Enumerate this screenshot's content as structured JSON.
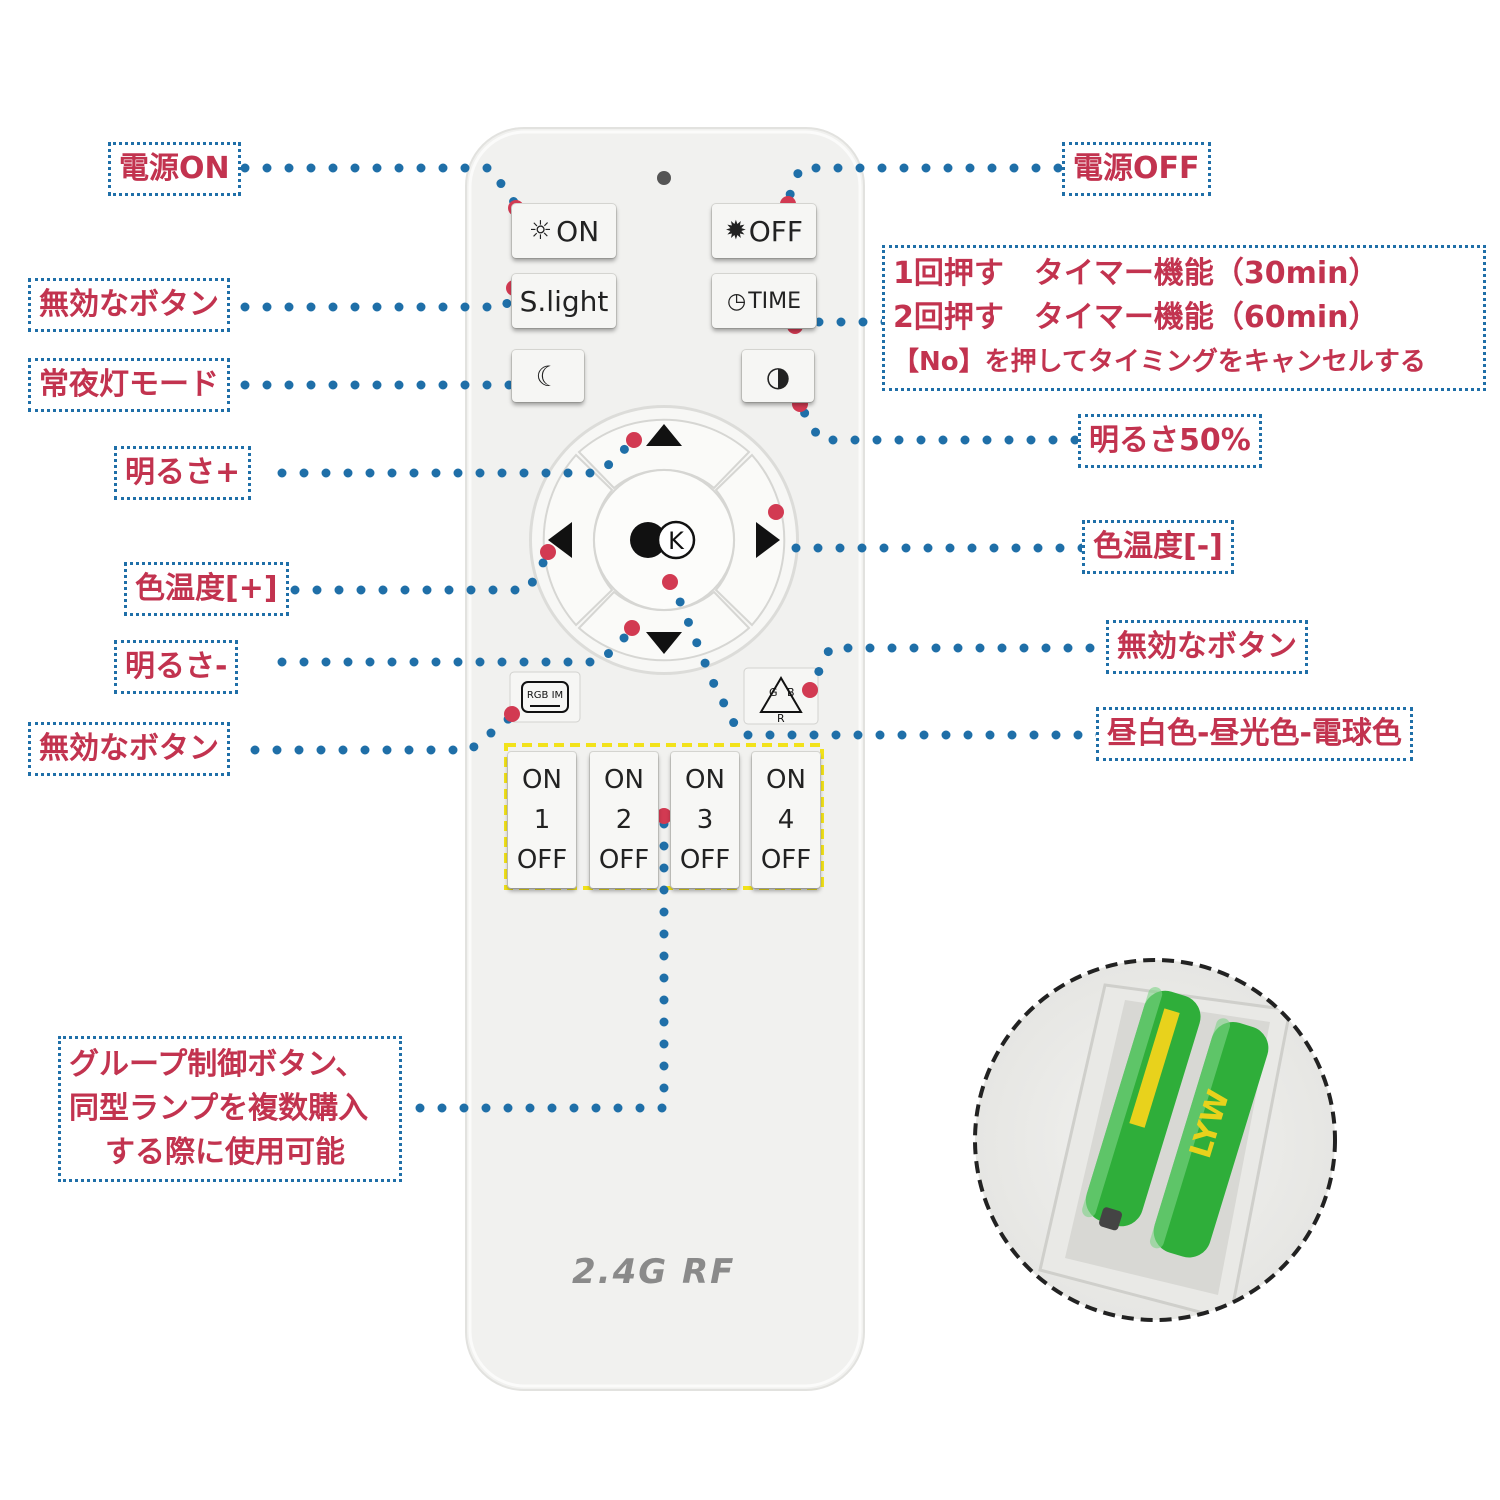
{
  "remote": {
    "buttons": {
      "on": "ON",
      "off": "OFF",
      "slight": "S.light",
      "time": "TIME",
      "k": "K"
    },
    "group_buttons": [
      {
        "on": "ON",
        "num": "1",
        "off": "OFF"
      },
      {
        "on": "ON",
        "num": "2",
        "off": "OFF"
      },
      {
        "on": "ON",
        "num": "3",
        "off": "OFF"
      },
      {
        "on": "ON",
        "num": "4",
        "off": "OFF"
      }
    ],
    "rgb_label": "RGB IM",
    "recycle_letters": [
      "G",
      "B",
      "R"
    ],
    "footer": "2.4G RF"
  },
  "labels": {
    "power_on": "電源ON",
    "power_off": "電源OFF",
    "timer_line1": "1回押す　タイマー機能（30min）",
    "timer_line2": "2回押す　タイマー機能（60min）",
    "timer_line3": "【No】を押してタイミングをキャンセルする",
    "invalid1": "無効なボタン",
    "night_mode": "常夜灯モード",
    "brightness_50": "明るさ50%",
    "brightness_plus": "明るさ+",
    "color_temp_minus": "色温度[-]",
    "color_temp_plus": "色温度[+]",
    "invalid2": "無効なボタン",
    "brightness_minus": "明るさ-",
    "color_cycle": "昼白色-昼光色-電球色",
    "invalid3": "無効なボタン",
    "group_line1": "グループ制御ボタン、",
    "group_line2": "同型ランプを複数購入",
    "group_line3": "する際に使用可能"
  },
  "battery": {
    "brand": "LYW"
  },
  "colors": {
    "label_text": "#c2334f",
    "dot_line": "#1f6fa8",
    "marker": "#d23a52",
    "highlight": "#f2e21a",
    "battery_green": "#2fae3a"
  }
}
